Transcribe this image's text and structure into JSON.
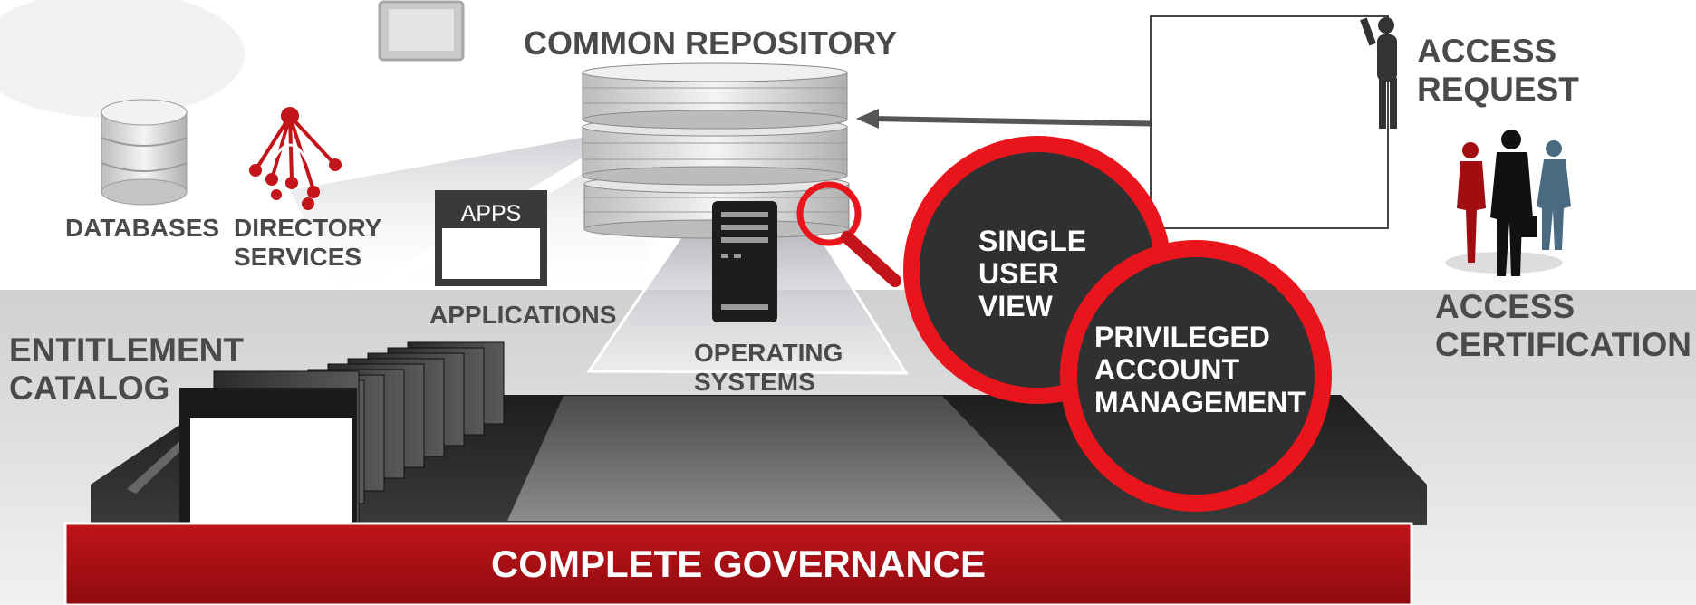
{
  "labels": {
    "common_repository": "COMMON REPOSITORY",
    "access_request": [
      "ACCESS",
      "REQUEST"
    ],
    "databases": "DATABASES",
    "directory_services": [
      "DIRECTORY",
      "SERVICES"
    ],
    "apps": "APPS",
    "applications": "APPLICATIONS",
    "operating_systems": [
      "OPERATING",
      "SYSTEMS"
    ],
    "single_user_view": [
      "SINGLE",
      "USER",
      "VIEW"
    ],
    "privileged_account_management": [
      "PRIVILEGED",
      "ACCOUNT",
      "MANAGEMENT"
    ],
    "entitlement_catalog": [
      "ENTITLEMENT",
      "CATALOG"
    ],
    "access_certification": [
      "ACCESS",
      "CERTIFICATION"
    ],
    "complete_governance": "COMPLETE GOVERNANCE"
  },
  "colors": {
    "accent_red": "#e8161c",
    "banner_red": "#b50f14",
    "dark_circle": "#2f3032",
    "label_gray": "#4a4a4a"
  },
  "icons": [
    "database-icon",
    "directory-tree-icon",
    "monitor-icon",
    "server-tower-icon",
    "magnifier-icon",
    "presenter-figure-icon",
    "people-group-icon"
  ]
}
